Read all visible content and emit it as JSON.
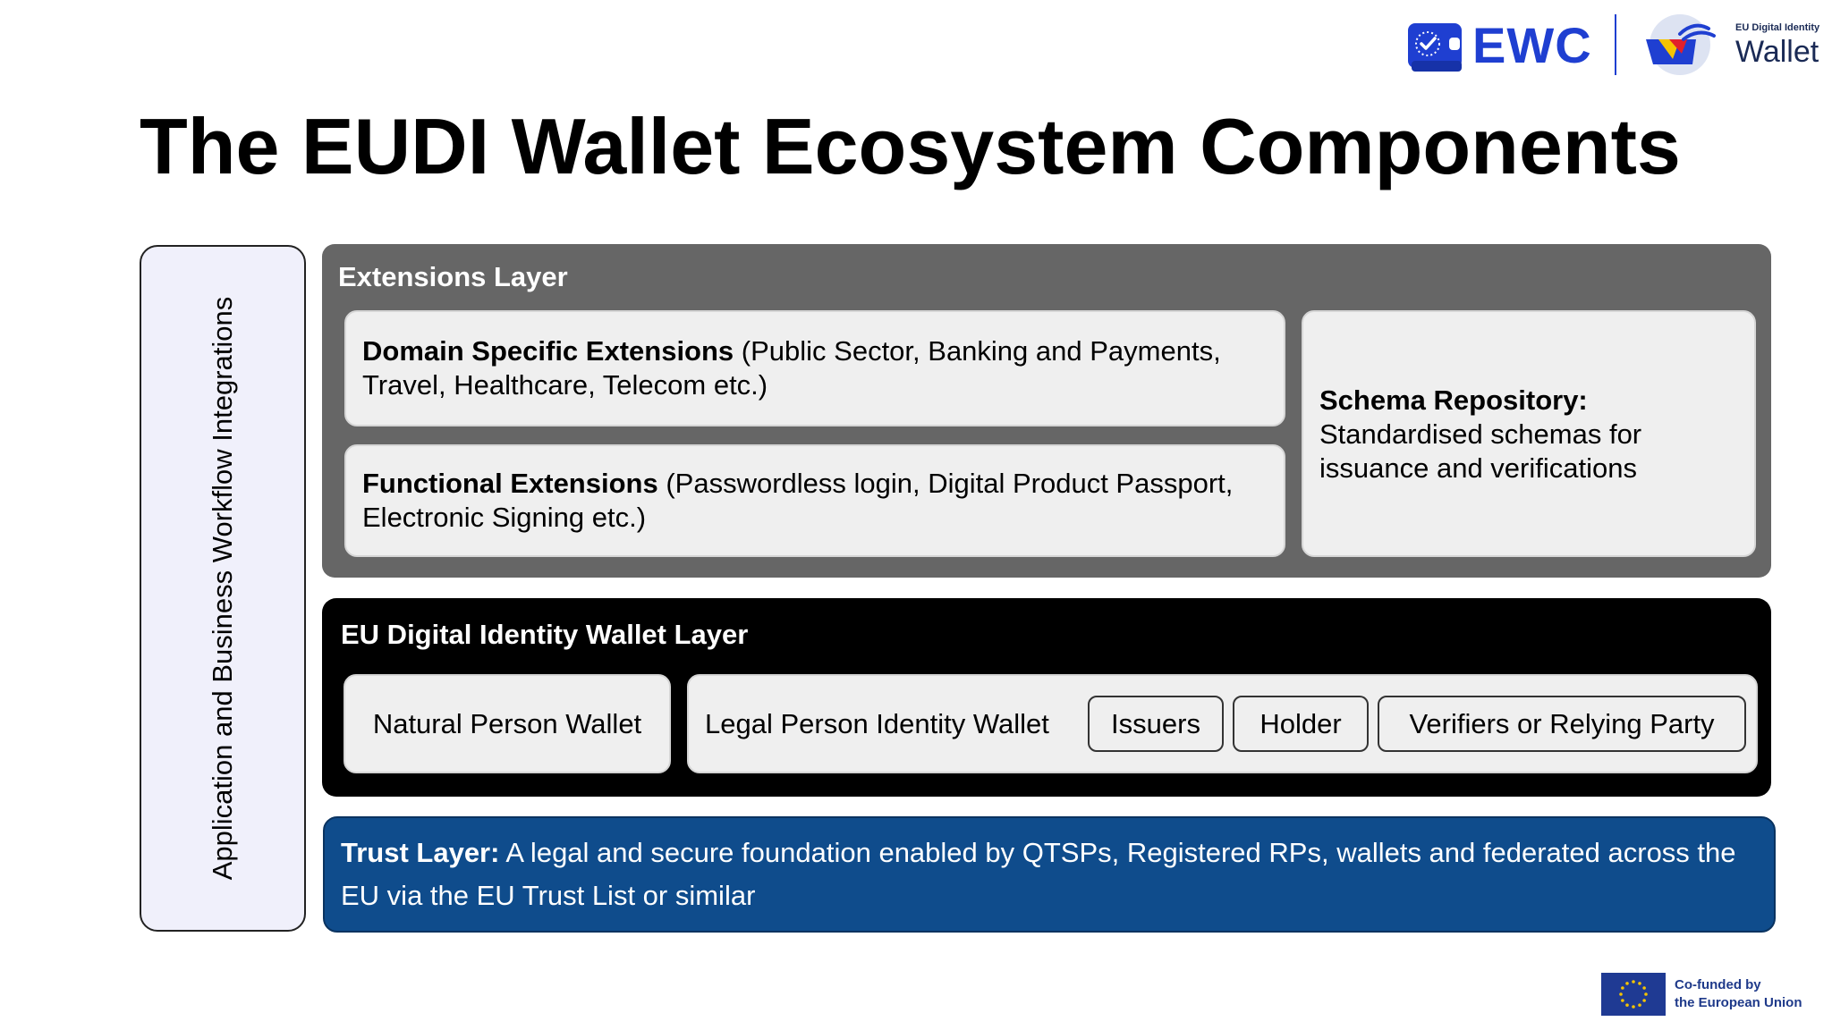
{
  "logos": {
    "ewc": {
      "text": "EWC",
      "icon": "ewc-wallet-check-icon",
      "color": "#1f3fd1"
    },
    "eudi_wallet": {
      "small_text": "EU Digital Identity",
      "big_text": "Wallet",
      "icon": "eudi-wallet-icon"
    }
  },
  "title": "The EUDI Wallet Ecosystem Components",
  "side_panel": {
    "label": "Application and Business Workflow Integrations"
  },
  "extensions_layer": {
    "title": "Extensions Layer",
    "domain": {
      "bold": "Domain Specific Extensions",
      "text": " (Public Sector, Banking and Payments, Travel, Healthcare, Telecom etc.)"
    },
    "functional": {
      "bold": "Functional Extensions",
      "text": " (Passwordless login, Digital Product Passport, Electronic Signing etc.)"
    },
    "schema": {
      "bold": "Schema Repository:",
      "text": "Standardised schemas for issuance and verifications"
    }
  },
  "wallet_layer": {
    "title": "EU Digital Identity Wallet Layer",
    "natural_person": "Natural Person Wallet",
    "legal_person": "Legal Person Identity Wallet",
    "roles": [
      "Issuers",
      "Holder",
      "Verifiers or Relying Party"
    ]
  },
  "trust_layer": {
    "bold": "Trust Layer:",
    "text": " A legal and secure foundation enabled by QTSPs, Registered RPs, wallets and federated across the EU via the EU Trust List or similar"
  },
  "footer": {
    "line1": "Co-funded by",
    "line2": "the European Union",
    "icon": "eu-flag-icon"
  },
  "colors": {
    "extensions_bg": "#666666",
    "wallet_layer_bg": "#000000",
    "trust_bg": "#0f4c8c",
    "side_panel_bg": "#f0f0fb",
    "box_bg": "#efefef"
  }
}
